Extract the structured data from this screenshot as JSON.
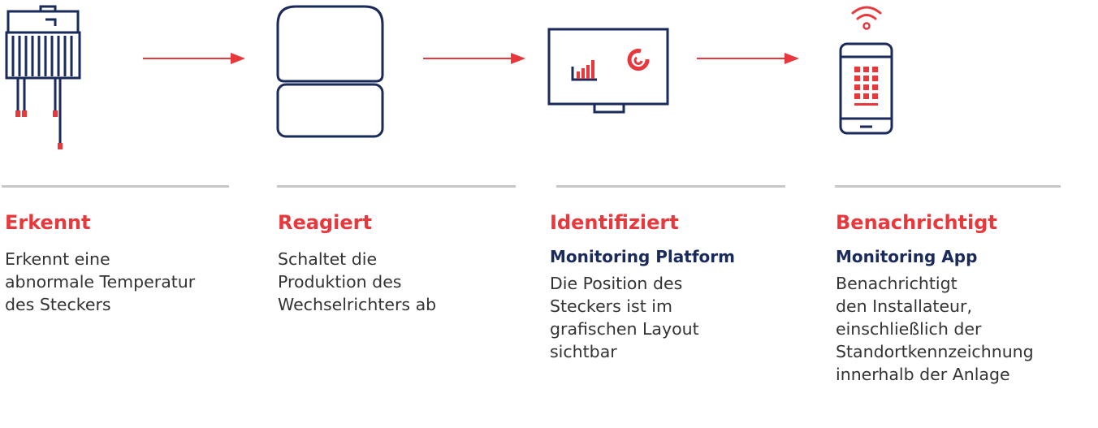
{
  "colors": {
    "accent": "#e8383c",
    "navy": "#1a2a5a",
    "divider": "#c8c8c8",
    "text": "#333333"
  },
  "steps": [
    {
      "icon": "connector-icon",
      "title": "Erkennt",
      "subtitle": "",
      "description": "Erkennt eine\nabnormale Temperatur\ndes Steckers"
    },
    {
      "icon": "inverter-icon",
      "title": "Reagiert",
      "subtitle": "",
      "description": "Schaltet die\nProduktion des\nWechselrichters ab"
    },
    {
      "icon": "monitor-icon",
      "title": "Identifiziert",
      "subtitle": "Monitoring Platform",
      "description": "Die Position des\nSteckers ist im\ngrafischen Layout\nsichtbar"
    },
    {
      "icon": "smartphone-icon",
      "title": "Benachrichtigt",
      "subtitle": "Monitoring App",
      "description": "Benachrichtigt\nden Installateur,\neinschließlich der\nStandortkennzeichnung\ninnerhalb der Anlage"
    }
  ]
}
